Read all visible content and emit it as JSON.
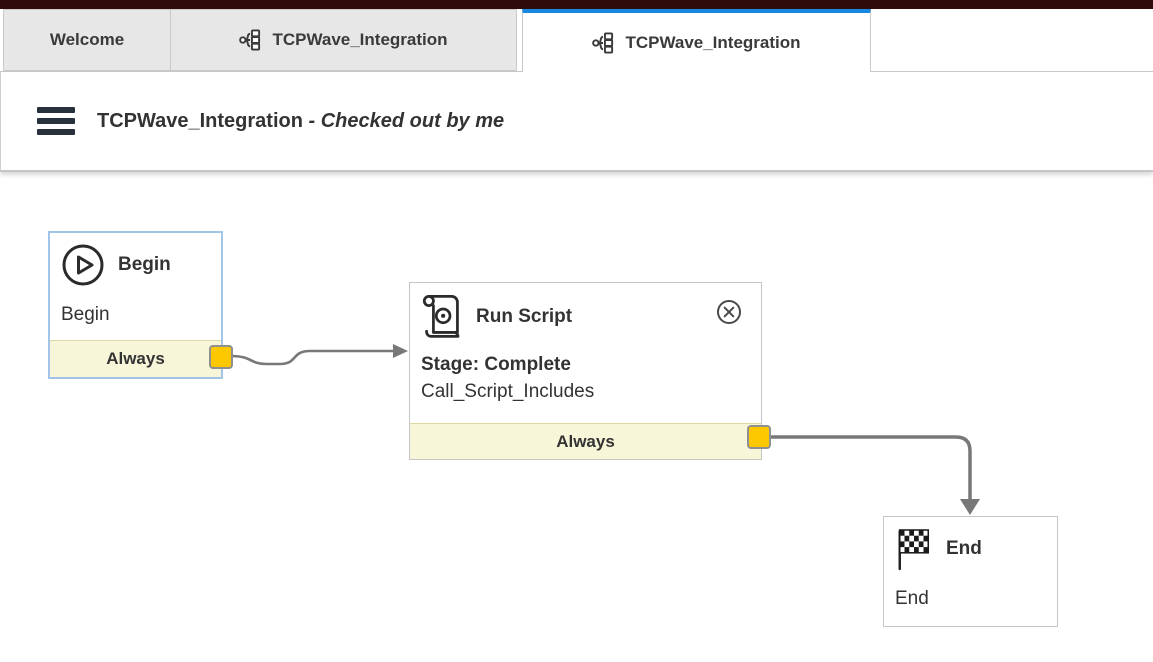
{
  "colors": {
    "topbar": "#2e0c0c",
    "accent_blue": "#1787e0",
    "tab_inactive_bg": "#e7e7e7",
    "tab_border": "#c9c9c9",
    "text_dark": "#333333",
    "node_border": "#c6c6c6",
    "selected_node_border": "#a2c4e8",
    "transition_strip_bg": "#f8f6d8",
    "transition_strip_border": "#ddd9a3",
    "connector_line": "#787878",
    "port_fill": "#fdc800",
    "port_border": "#909090",
    "icon_dark": "#2b2b2b"
  },
  "tabs": [
    {
      "label": "Welcome"
    },
    {
      "label": "TCPWave_Integration",
      "icon": "flow-icon"
    },
    {
      "label": "TCPWave_Integration",
      "icon": "flow-icon"
    }
  ],
  "header": {
    "menu_icon": "hamburger-icon",
    "title": "TCPWave_Integration",
    "status_suffix": " - Checked out by me"
  },
  "canvas": {
    "nodes": {
      "begin": {
        "icon": "play-circle-icon",
        "title": "Begin",
        "body": "Begin",
        "transition_label": "Always"
      },
      "run_script": {
        "icon": "scroll-icon",
        "close_icon": "close-circle-icon",
        "title": "Run Script",
        "body_line1": "Stage: Complete",
        "body_line2": "Call_Script_Includes",
        "transition_label": "Always"
      },
      "end": {
        "icon": "checkered-flag-icon",
        "title": "End",
        "body": "End"
      }
    }
  }
}
